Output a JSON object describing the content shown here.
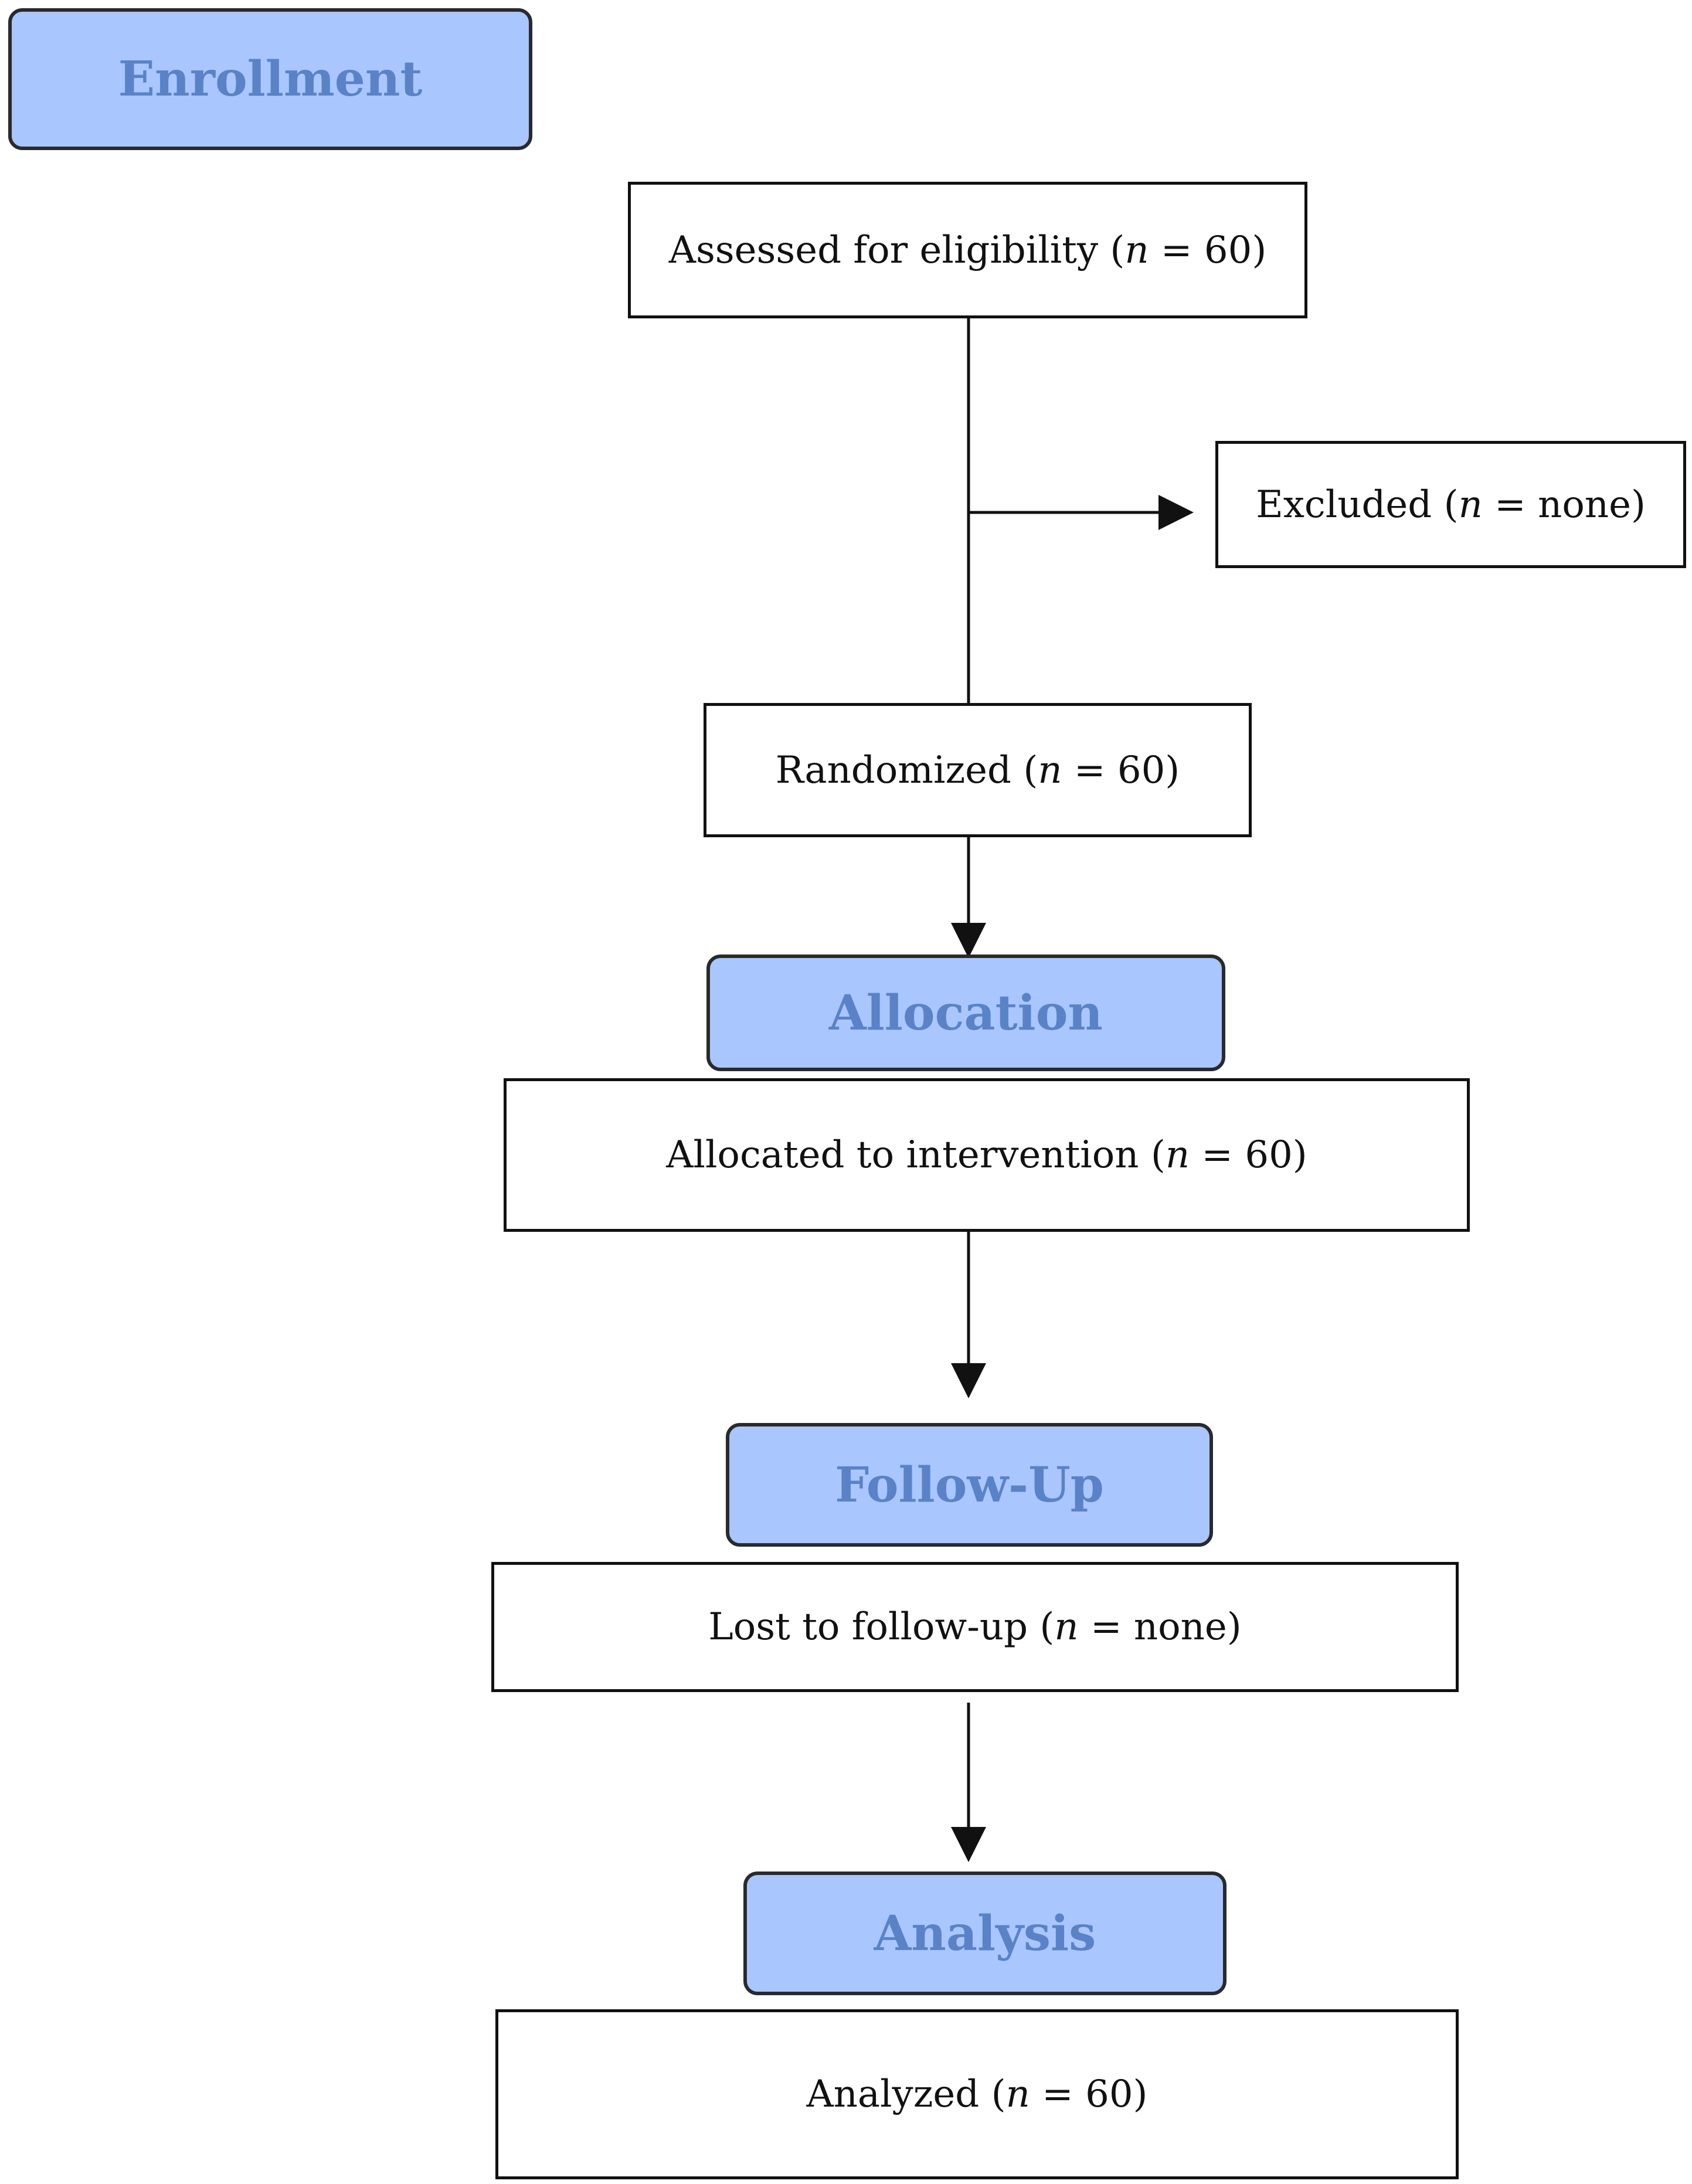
{
  "colors": {
    "stage_fill": "#a9c6ff",
    "stage_text": "#5a82c7",
    "box_border": "#111111",
    "line": "#111111"
  },
  "stages": {
    "enrollment": "Enrollment",
    "allocation": "Allocation",
    "follow_up": "Follow-Up",
    "analysis": "Analysis"
  },
  "boxes": {
    "assessed": {
      "text": "Assessed for eligibility (",
      "n_symbol": "n",
      "value": " = 60)"
    },
    "excluded": {
      "text": "Excluded (",
      "n_symbol": "n",
      "value": " = none)"
    },
    "randomized": {
      "text": "Randomized (",
      "n_symbol": "n",
      "value": " = 60)"
    },
    "allocated": {
      "text": "Allocated to intervention (",
      "n_symbol": "n",
      "value": " = 60)"
    },
    "lost": {
      "text": "Lost to follow-up (",
      "n_symbol": "n",
      "value": " = none)"
    },
    "analyzed": {
      "text": "Analyzed (",
      "n_symbol": "n",
      "value": " = 60)"
    }
  }
}
